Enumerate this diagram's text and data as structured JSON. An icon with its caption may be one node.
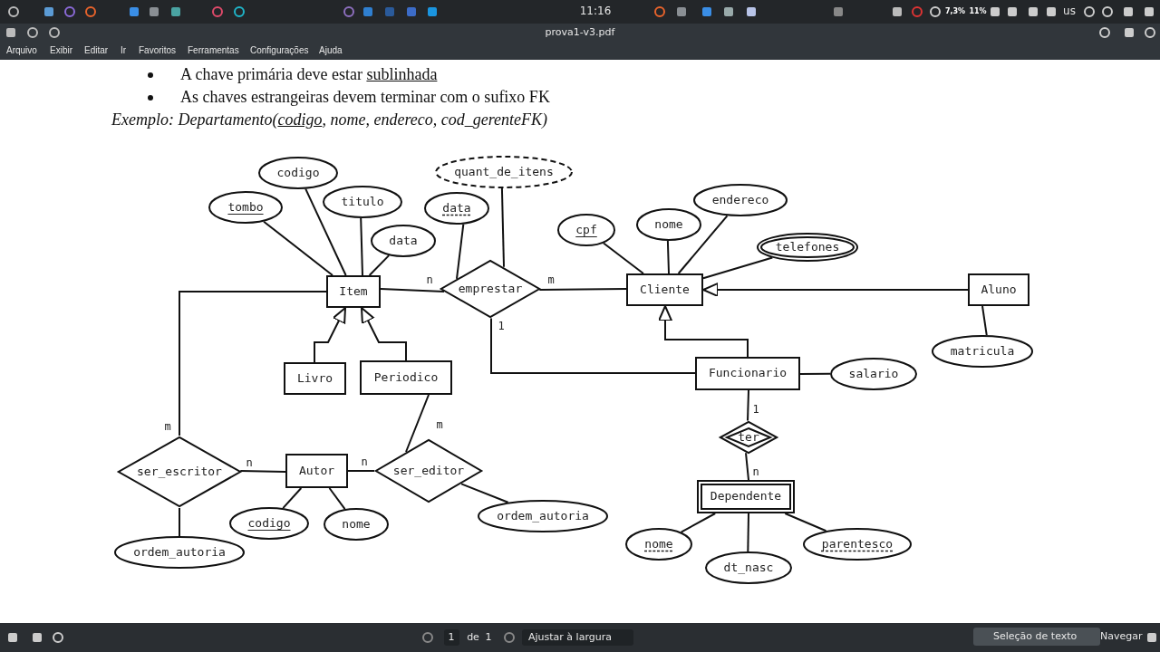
{
  "diagram": {
    "nodes": [
      {
        "text": [
          "Item"
        ]
      },
      {
        "text": [
          "tombo"
        ]
      },
      {
        "text": [
          "codigo"
        ]
      },
      {
        "text": [
          "titulo"
        ]
      },
      {
        "text": [
          "data"
        ]
      },
      {
        "text": [
          "Livro"
        ]
      },
      {
        "text": [
          "Periodico"
        ]
      },
      {
        "text": [
          "emprestar"
        ]
      },
      {
        "text": [
          "quant_de_itens"
        ]
      },
      {
        "text": [
          "data"
        ]
      },
      {
        "text": [
          "Cliente"
        ]
      },
      {
        "text": [
          "cpf"
        ]
      },
      {
        "text": [
          "nome"
        ]
      },
      {
        "text": [
          "endereco"
        ]
      },
      {
        "text": [
          "telefones"
        ]
      },
      {
        "text": [
          "Aluno"
        ]
      },
      {
        "text": [
          "matricula"
        ]
      },
      {
        "text": [
          "Funcionario"
        ]
      },
      {
        "text": [
          "salario"
        ]
      },
      {
        "text": [
          "ter"
        ]
      },
      {
        "text": [
          "Dependente"
        ]
      },
      {
        "text": [
          "nome"
        ]
      },
      {
        "text": [
          "dt_nasc"
        ]
      },
      {
        "text": [
          "parentesco"
        ]
      },
      {
        "text": [
          "ser_escritor"
        ]
      },
      {
        "text": [
          "ordem_autoria"
        ]
      },
      {
        "text": [
          "Autor"
        ]
      },
      {
        "text": [
          "codigo"
        ]
      },
      {
        "text": [
          "nome"
        ]
      },
      {
        "text": [
          "ser_editor"
        ]
      },
      {
        "text": [
          "ordem_autoria"
        ]
      }
    ],
    "edges": [
      {
        "from": 1,
        "to": 0,
        "arrow": "none"
      },
      {
        "from": 2,
        "to": 0,
        "arrow": "none"
      },
      {
        "from": 3,
        "to": 0,
        "arrow": "none"
      },
      {
        "from": 4,
        "to": 0,
        "arrow": "none"
      },
      {
        "from": 5,
        "to": 0,
        "arrow": "to"
      },
      {
        "from": 6,
        "to": 0,
        "arrow": "to"
      },
      {
        "from": 0,
        "to": 7,
        "arrow": "none",
        "label": "n"
      },
      {
        "from": 7,
        "to": 10,
        "arrow": "none",
        "label": "m"
      },
      {
        "from": 8,
        "to": 7,
        "arrow": "none"
      },
      {
        "from": 9,
        "to": 7,
        "arrow": "none"
      },
      {
        "from": 7,
        "to": 17,
        "arrow": "none",
        "label": "1"
      },
      {
        "from": 11,
        "to": 10,
        "arrow": "none"
      },
      {
        "from": 12,
        "to": 10,
        "arrow": "none"
      },
      {
        "from": 13,
        "to": 10,
        "arrow": "none"
      },
      {
        "from": 14,
        "to": 10,
        "arrow": "none"
      },
      {
        "from": 15,
        "to": 10,
        "arrow": "to"
      },
      {
        "from": 16,
        "to": 15,
        "arrow": "none"
      },
      {
        "from": 17,
        "to": 10,
        "arrow": "to"
      },
      {
        "from": 18,
        "to": 17,
        "arrow": "none"
      },
      {
        "from": 17,
        "to": 19,
        "arrow": "none",
        "label": "1"
      },
      {
        "from": 19,
        "to": 20,
        "arrow": "none",
        "label": "n"
      },
      {
        "from": 21,
        "to": 20,
        "arrow": "none"
      },
      {
        "from": 22,
        "to": 20,
        "arrow": "none"
      },
      {
        "from": 23,
        "to": 20,
        "arrow": "none"
      },
      {
        "from": 0,
        "to": 24,
        "arrow": "none",
        "label": "m"
      },
      {
        "from": 24,
        "to": 26,
        "arrow": "none",
        "label": "n"
      },
      {
        "from": 25,
        "to": 24,
        "arrow": "none"
      },
      {
        "from": 27,
        "to": 26,
        "arrow": "none"
      },
      {
        "from": 28,
        "to": 26,
        "arrow": "none"
      },
      {
        "from": 26,
        "to": 29,
        "arrow": "none",
        "label": "n"
      },
      {
        "from": 6,
        "to": 29,
        "arrow": "none",
        "label": "m"
      },
      {
        "from": 30,
        "to": 29,
        "arrow": "none"
      }
    ],
    "labels": [
      "11:16",
      "7,3%",
      "11%",
      "us",
      "prova1-v3.pdf",
      "Arquivo",
      "Exibir",
      "Editar",
      "Ir",
      "Favoritos",
      "Ferramentas",
      "Configurações",
      "Ajuda",
      "A chave primária deve estar sublinhada",
      "As chaves estrangeiras devem terminar com o sufixo FK",
      "Exemplo: Departamento(codigo, nome, endereco, cod_gerenteFK)",
      "1",
      "de",
      "1",
      "Ajustar à largura",
      "Seleção de texto",
      "Navegar"
    ]
  }
}
